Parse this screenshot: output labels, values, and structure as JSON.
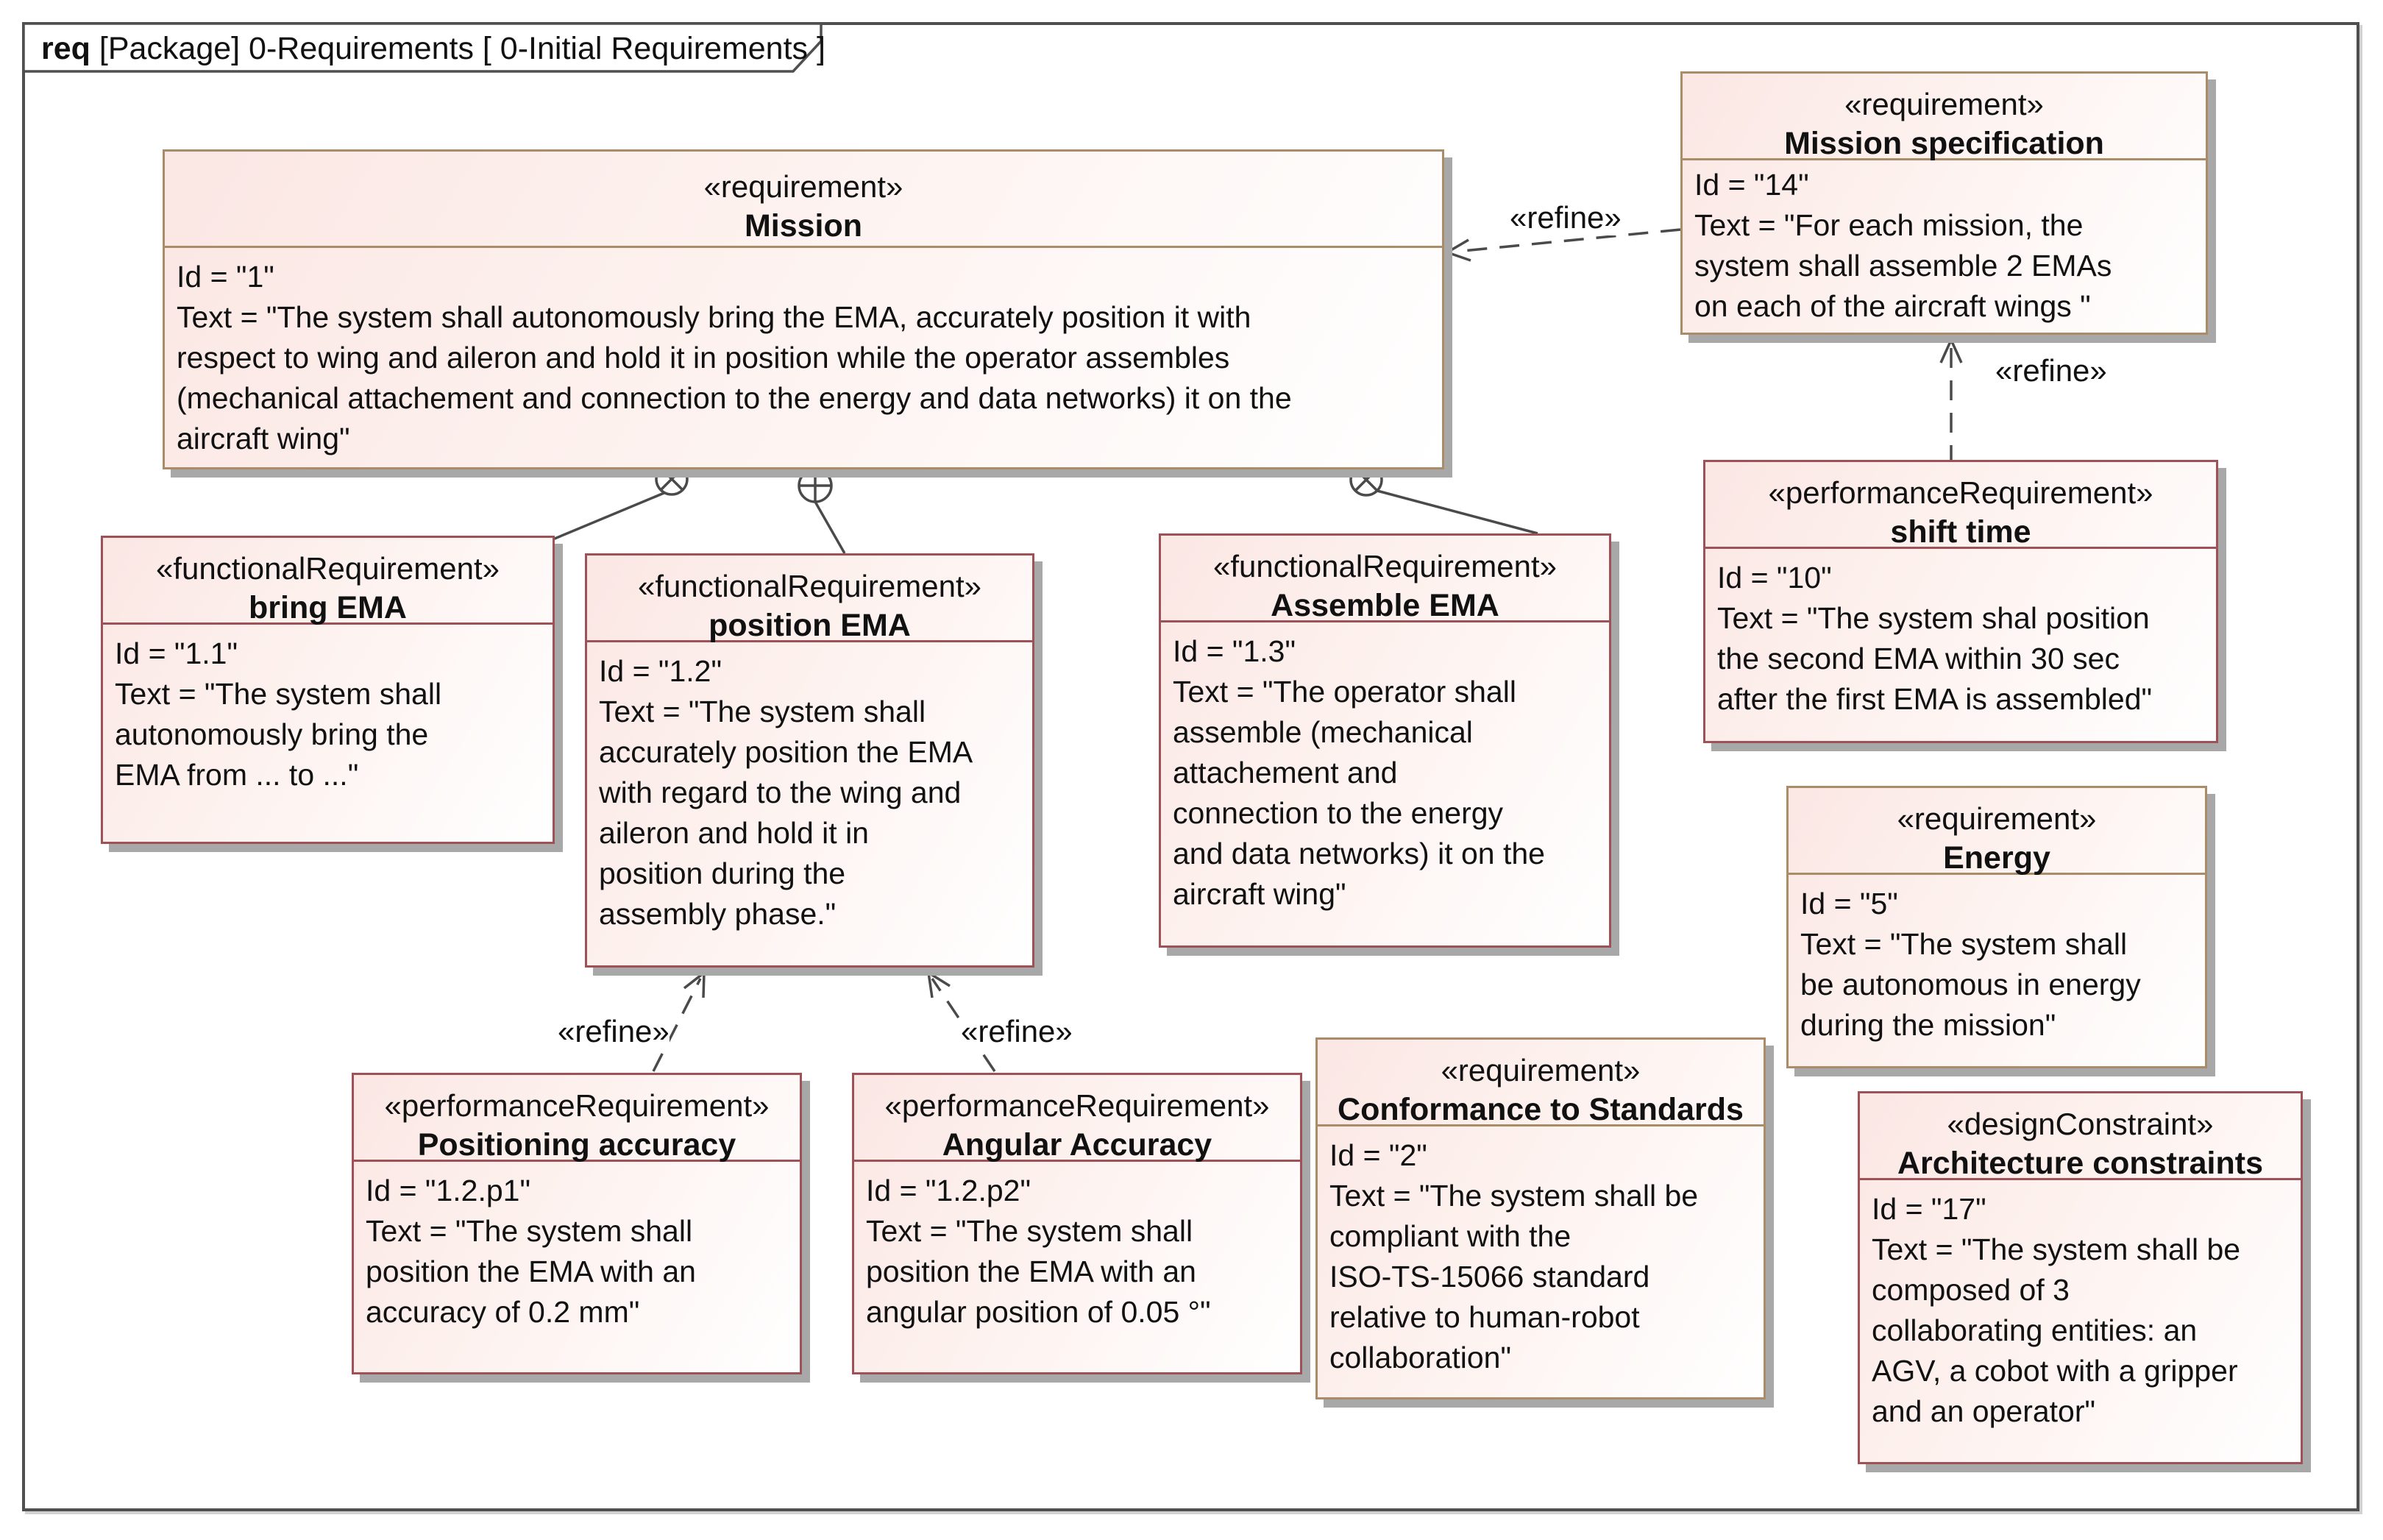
{
  "frame_title": {
    "keyword": "req",
    "text": " [Package] 0-Requirements [ 0-Initial Requirements ]"
  },
  "labels": {
    "refine": "«refine»"
  },
  "colors": {
    "requirement_border_tan": "#ab8c68",
    "requirement_border_maroon": "#9e5257",
    "card_fill_pink": "#fbe7e4",
    "frame_border": "#4f4f4f",
    "connector": "#4a4a4a",
    "shadow": "#a8a8a8"
  },
  "requirements": {
    "mission": {
      "stereotype": "«requirement»",
      "name": "Mission",
      "body": "Id = \"1\"\nText = \"The system shall autonomously bring the EMA, accurately position it with\nrespect to wing and aileron and hold it in position while the operator assembles\n(mechanical attachement and connection to the energy and data networks) it on the\naircraft wing\""
    },
    "mission_specification": {
      "stereotype": "«requirement»",
      "name": "Mission specification",
      "body": "Id = \"14\"\nText = \"For each mission, the\nsystem shall assemble 2 EMAs\non each of the aircraft wings \""
    },
    "shift_time": {
      "stereotype": "«performanceRequirement»",
      "name": "shift time",
      "body": "Id = \"10\"\nText = \"The system shal position\nthe second EMA within 30 sec\nafter the first EMA is assembled\""
    },
    "energy": {
      "stereotype": "«requirement»",
      "name": "Energy",
      "body": "Id = \"5\"\nText = \"The system shall\nbe autonomous in energy\nduring the mission\""
    },
    "architecture_constraints": {
      "stereotype": "«designConstraint»",
      "name": "Architecture constraints",
      "body": "Id = \"17\"\nText = \"The system shall be\ncomposed of 3\ncollaborating entities: an\nAGV, a cobot with a gripper\nand an operator\""
    },
    "bring_ema": {
      "stereotype": "«functionalRequirement»",
      "name": "bring EMA",
      "body": "Id = \"1.1\"\nText = \"The system shall\nautonomously bring the\nEMA from ... to ...\""
    },
    "position_ema": {
      "stereotype": "«functionalRequirement»",
      "name": "position EMA",
      "body": "Id = \"1.2\"\nText = \"The system shall\naccurately position the EMA\nwith regard to the wing and\naileron and hold it in\nposition during the\nassembly phase.\""
    },
    "assemble_ema": {
      "stereotype": "«functionalRequirement»",
      "name": "Assemble EMA",
      "body": "Id = \"1.3\"\nText = \"The operator shall\nassemble (mechanical\nattachement and\nconnection to the energy\nand data networks) it on the\naircraft wing\""
    },
    "positioning_accuracy": {
      "stereotype": "«performanceRequirement»",
      "name": "Positioning accuracy",
      "body": "Id = \"1.2.p1\"\nText = \"The system shall\nposition the EMA with an\naccuracy of 0.2 mm\""
    },
    "angular_accuracy": {
      "stereotype": "«performanceRequirement»",
      "name": "Angular Accuracy",
      "body": "Id = \"1.2.p2\"\nText = \"The system shall\nposition the EMA with an\nangular position of 0.05 °\""
    },
    "conformance_to_standards": {
      "stereotype": "«requirement»",
      "name": "Conformance to Standards",
      "body": "Id = \"2\"\nText = \"The system shall be\ncompliant with the\nISO-TS-15066 standard\nrelative to human-robot\ncollaboration\""
    }
  },
  "relationships": [
    {
      "type": "refine",
      "from": "mission_specification",
      "to": "mission"
    },
    {
      "type": "refine",
      "from": "shift_time",
      "to": "mission_specification"
    },
    {
      "type": "refine",
      "from": "positioning_accuracy",
      "to": "position_ema"
    },
    {
      "type": "refine",
      "from": "angular_accuracy",
      "to": "position_ema"
    },
    {
      "type": "containment",
      "from": "mission",
      "to": "bring_ema"
    },
    {
      "type": "containment",
      "from": "mission",
      "to": "position_ema"
    },
    {
      "type": "containment",
      "from": "mission",
      "to": "assemble_ema"
    }
  ]
}
